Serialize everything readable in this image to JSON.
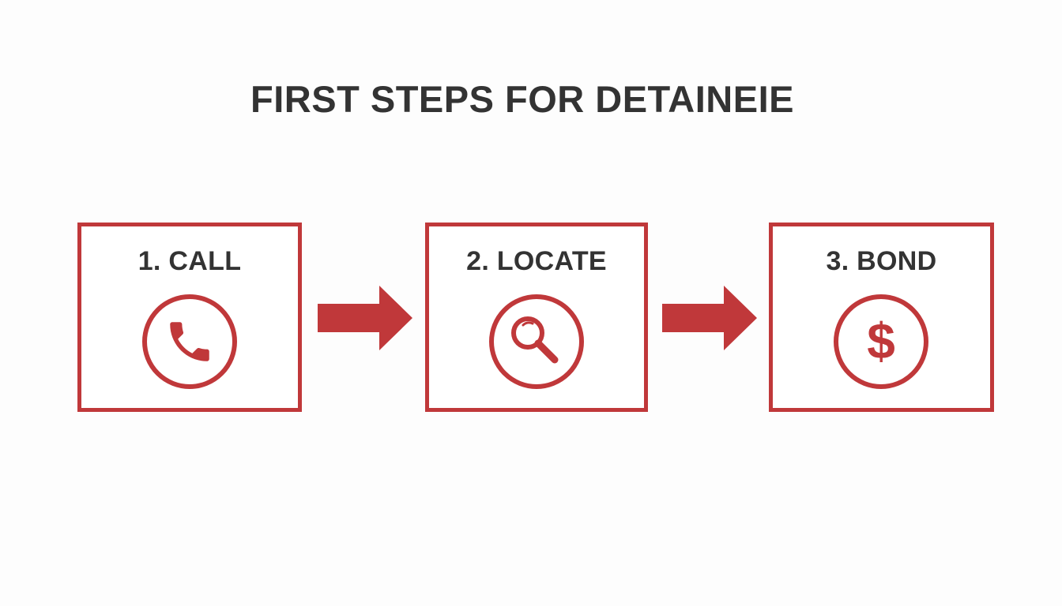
{
  "title": "FIRST STEPS FOR DETAINEIE",
  "colors": {
    "accent": "#c0383a",
    "text": "#333333",
    "background": "#fdfdfd"
  },
  "steps": [
    {
      "label": "1. CALL",
      "icon": "phone-icon"
    },
    {
      "label": "2. LOCATE",
      "icon": "magnifier-icon"
    },
    {
      "label": "3. BOND",
      "icon": "dollar-icon",
      "symbol": "$"
    }
  ]
}
